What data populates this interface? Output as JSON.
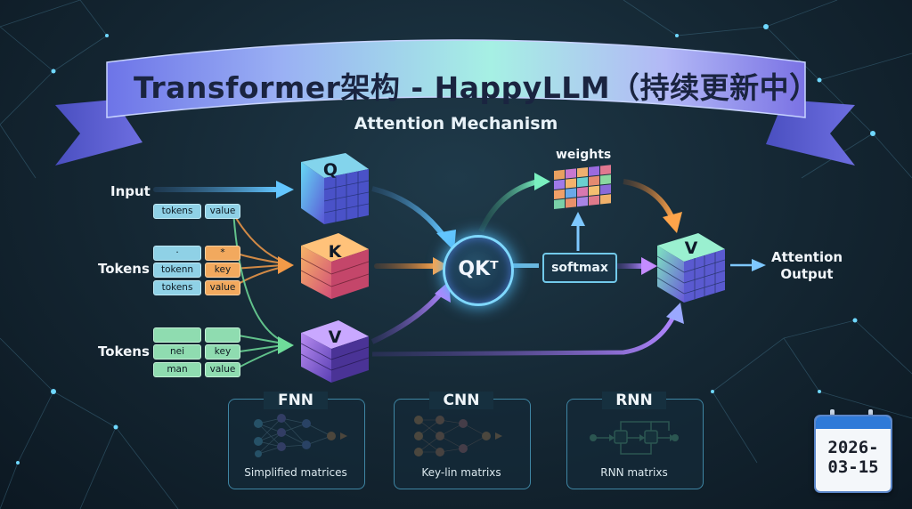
{
  "title": "Transformer架构 - HappyLLM（持续更新中）",
  "subtitle": "Attention Mechanism",
  "inputs": {
    "input_label": "Input",
    "tokens_label_1": "Tokens",
    "tokens_label_2": "Tokens",
    "row_input": [
      "tokens",
      "value"
    ],
    "rows_k": [
      [
        "·",
        "*"
      ],
      [
        "tokenn",
        "key"
      ],
      [
        "tokens",
        "value"
      ]
    ],
    "rows_v": [
      [
        "",
        ""
      ],
      [
        "nei",
        "key"
      ],
      [
        "man",
        "value"
      ]
    ]
  },
  "matrices": {
    "q": "Q",
    "k": "K",
    "v_in": "V",
    "v_out": "V"
  },
  "qk_label": "QKᵀ",
  "weights_label": "weights",
  "softmax_label": "softmax",
  "output_label": [
    "Attention",
    "Output"
  ],
  "panels": [
    {
      "title": "FNN",
      "caption": "Simplified matrices"
    },
    {
      "title": "CNN",
      "caption": "Key-lin matrixs"
    },
    {
      "title": "RNN",
      "caption": "RNN matrixs"
    }
  ],
  "calendar": [
    "2026-",
    "03-15"
  ],
  "colors": {
    "accent_blue": "#5ec8f2",
    "orange": "#f29a48",
    "purple": "#9b7ae6",
    "green": "#6fdc9a"
  }
}
